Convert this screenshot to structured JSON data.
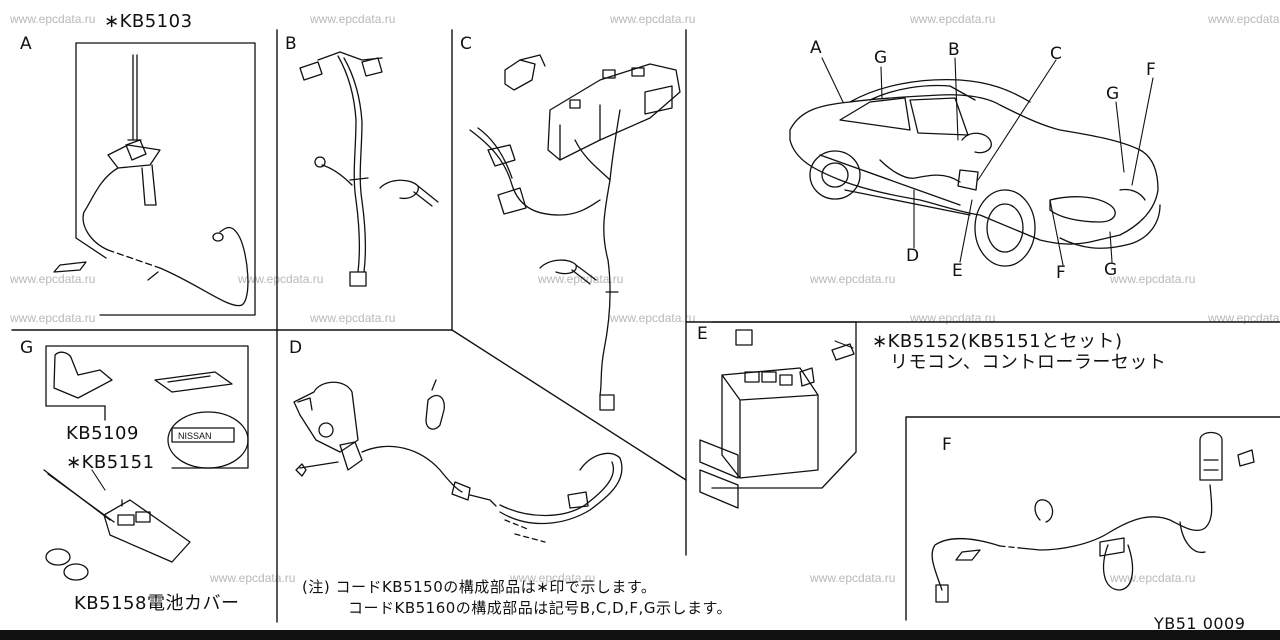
{
  "watermark": "www.epcdata.ru",
  "sections": {
    "A": "A",
    "B": "B",
    "C": "C",
    "D": "D",
    "E": "E",
    "F": "F",
    "G": "G"
  },
  "car_callouts": {
    "top": [
      "A",
      "G",
      "B",
      "C",
      "F",
      "G"
    ],
    "bottom": [
      "D",
      "E",
      "F",
      "G"
    ]
  },
  "part_codes": {
    "kb5103": "∗KB5103",
    "kb5109": "KB5109",
    "kb5151": "∗KB5151",
    "kb5158": "KB5158電池カバー",
    "kb5152": "∗KB5152(KB5151とセット)",
    "kb5152_desc": "リモコン、コントローラーセット"
  },
  "notes": {
    "line1": "(注) コードKB5150の構成部品は∗印で示します。",
    "line2": "コードKB5160の構成部品は記号B,C,D,F,G示します。"
  },
  "diagram_id": "YB51 0009"
}
